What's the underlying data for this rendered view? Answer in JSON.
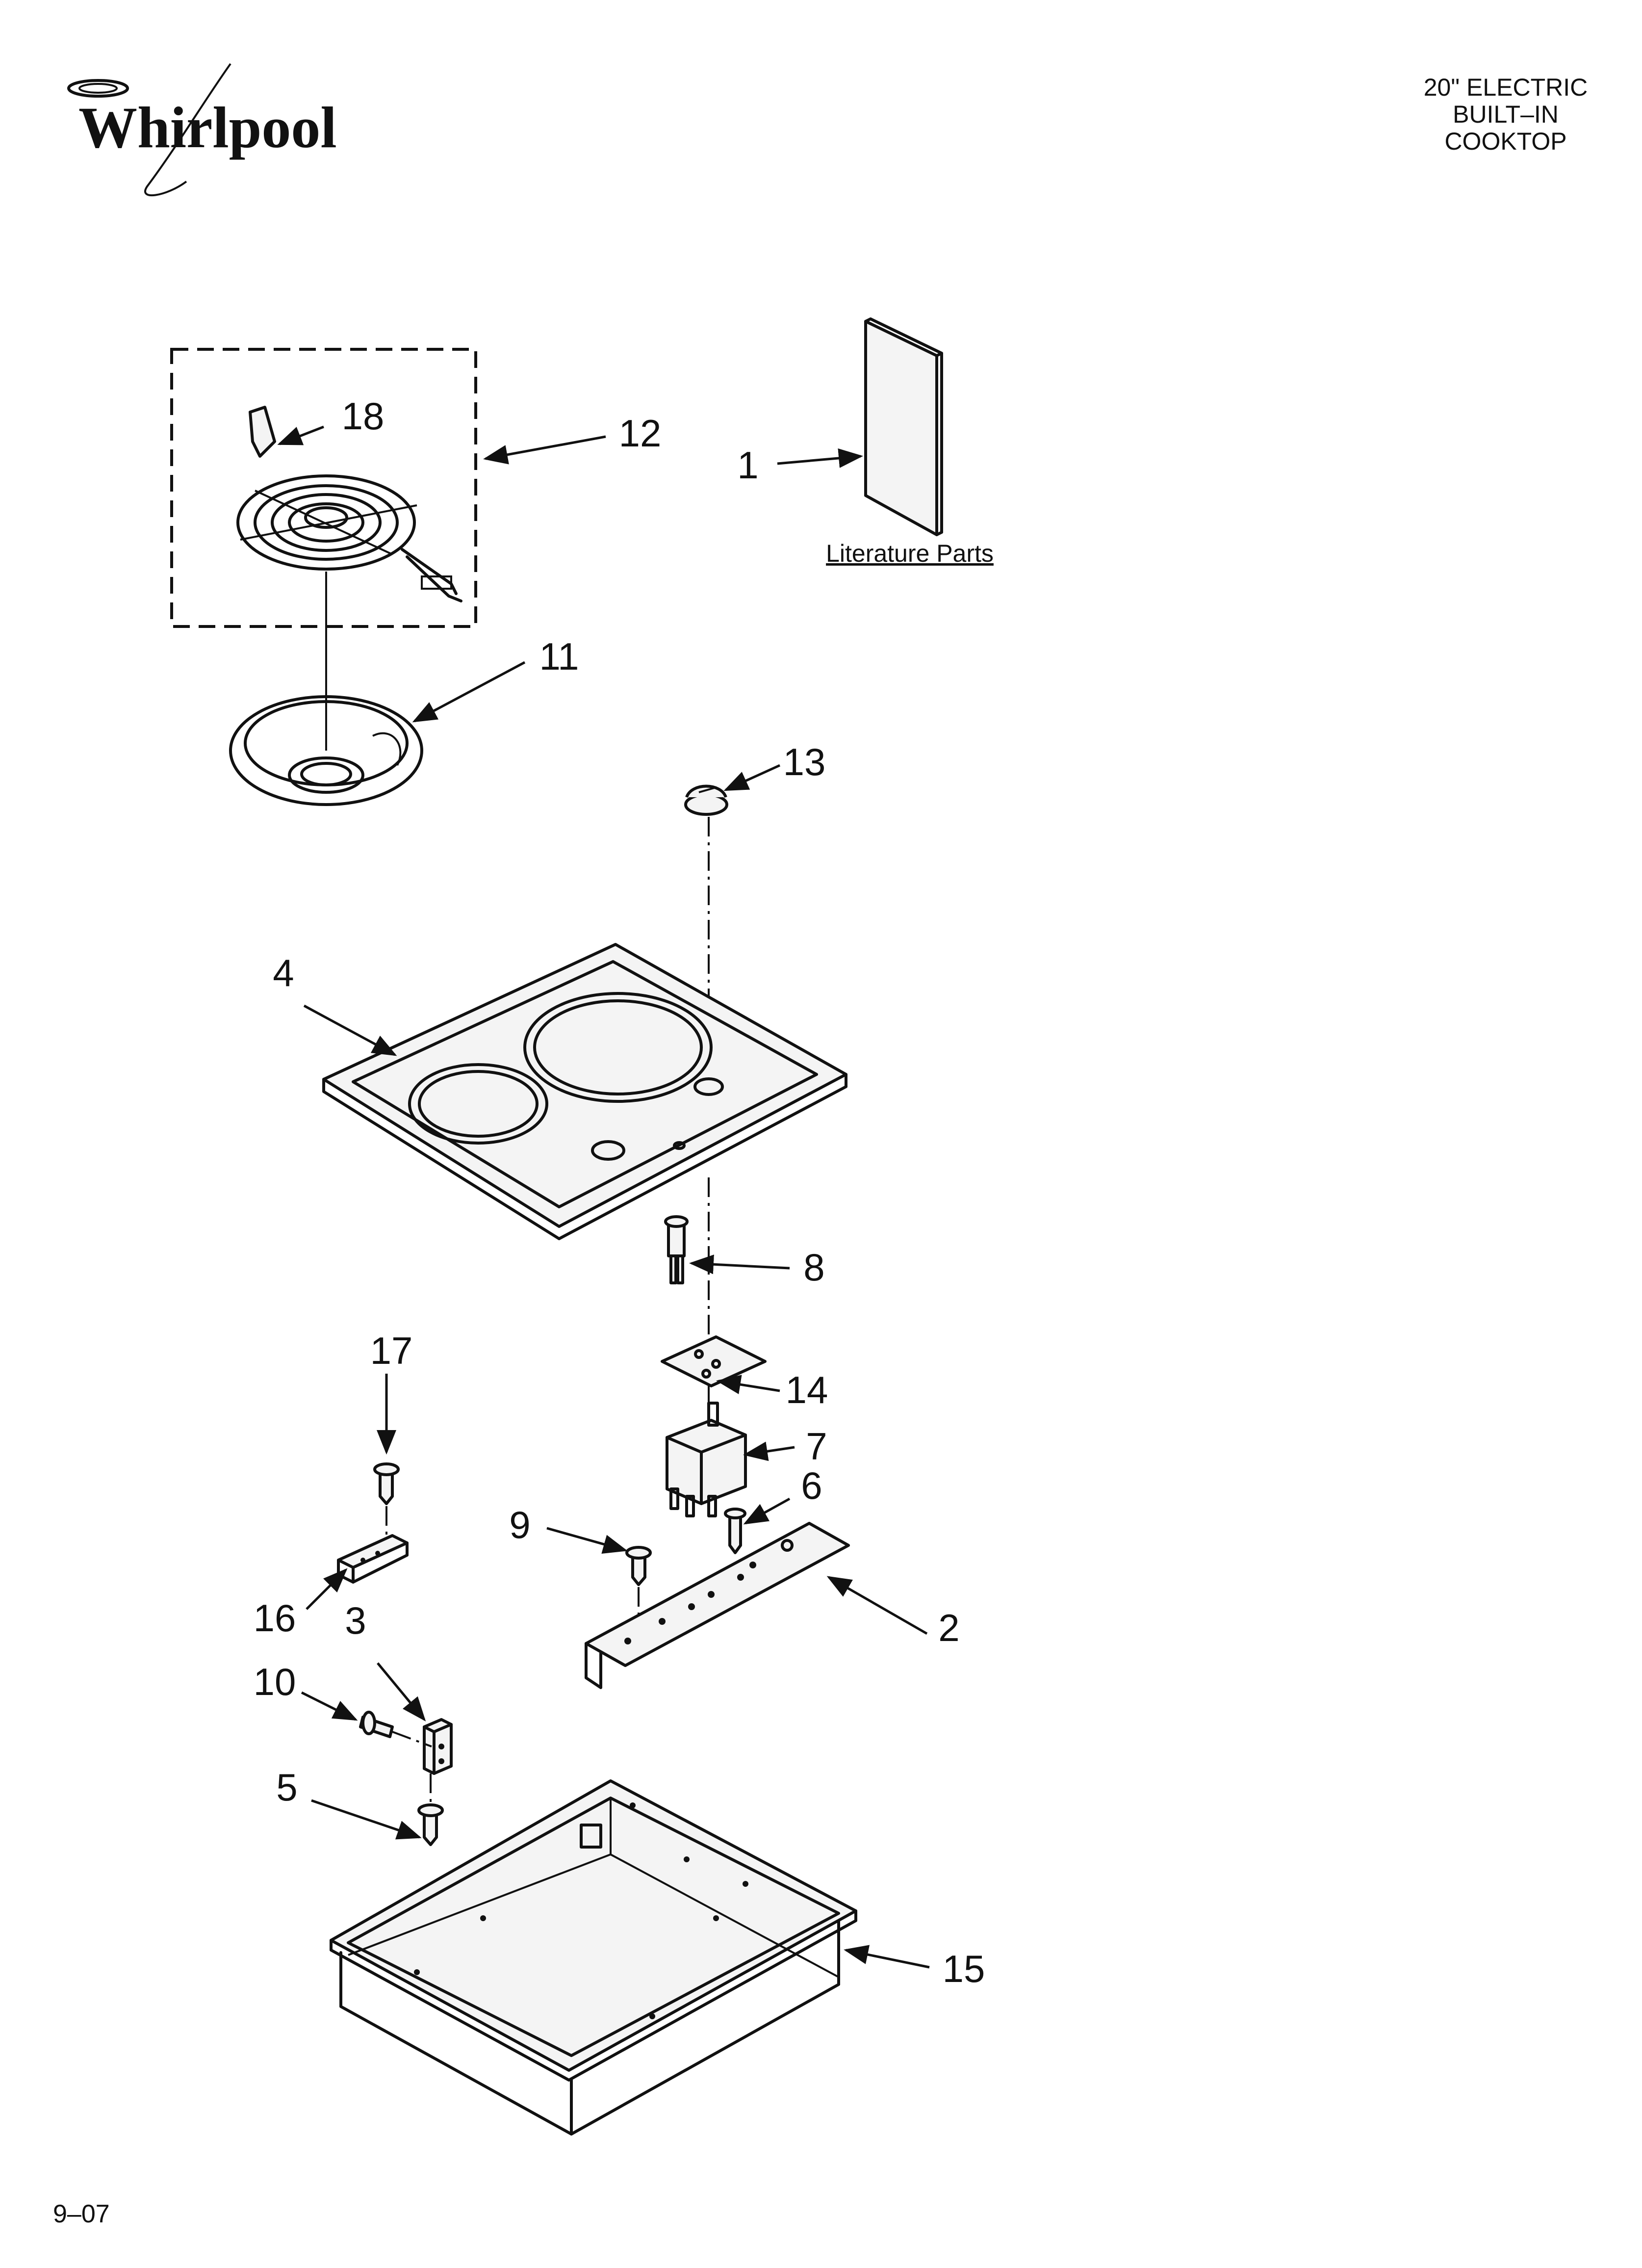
{
  "brand": {
    "logo_text": "Whirlpool"
  },
  "header": {
    "lines": [
      "20\" ELECTRIC",
      "BUILT–IN",
      "COOKTOP"
    ]
  },
  "literature_label": "Literature Parts",
  "footer": {
    "code": "9–07"
  },
  "callouts": [
    {
      "id": "1",
      "text": "1"
    },
    {
      "id": "2",
      "text": "2"
    },
    {
      "id": "3",
      "text": "3"
    },
    {
      "id": "4",
      "text": "4"
    },
    {
      "id": "5",
      "text": "5"
    },
    {
      "id": "6",
      "text": "6"
    },
    {
      "id": "7",
      "text": "7"
    },
    {
      "id": "8",
      "text": "8"
    },
    {
      "id": "9",
      "text": "9"
    },
    {
      "id": "10",
      "text": "10"
    },
    {
      "id": "11",
      "text": "11"
    },
    {
      "id": "12",
      "text": "12"
    },
    {
      "id": "13",
      "text": "13"
    },
    {
      "id": "14",
      "text": "14"
    },
    {
      "id": "15",
      "text": "15"
    },
    {
      "id": "16",
      "text": "16"
    },
    {
      "id": "17",
      "text": "17"
    },
    {
      "id": "18",
      "text": "18"
    }
  ]
}
